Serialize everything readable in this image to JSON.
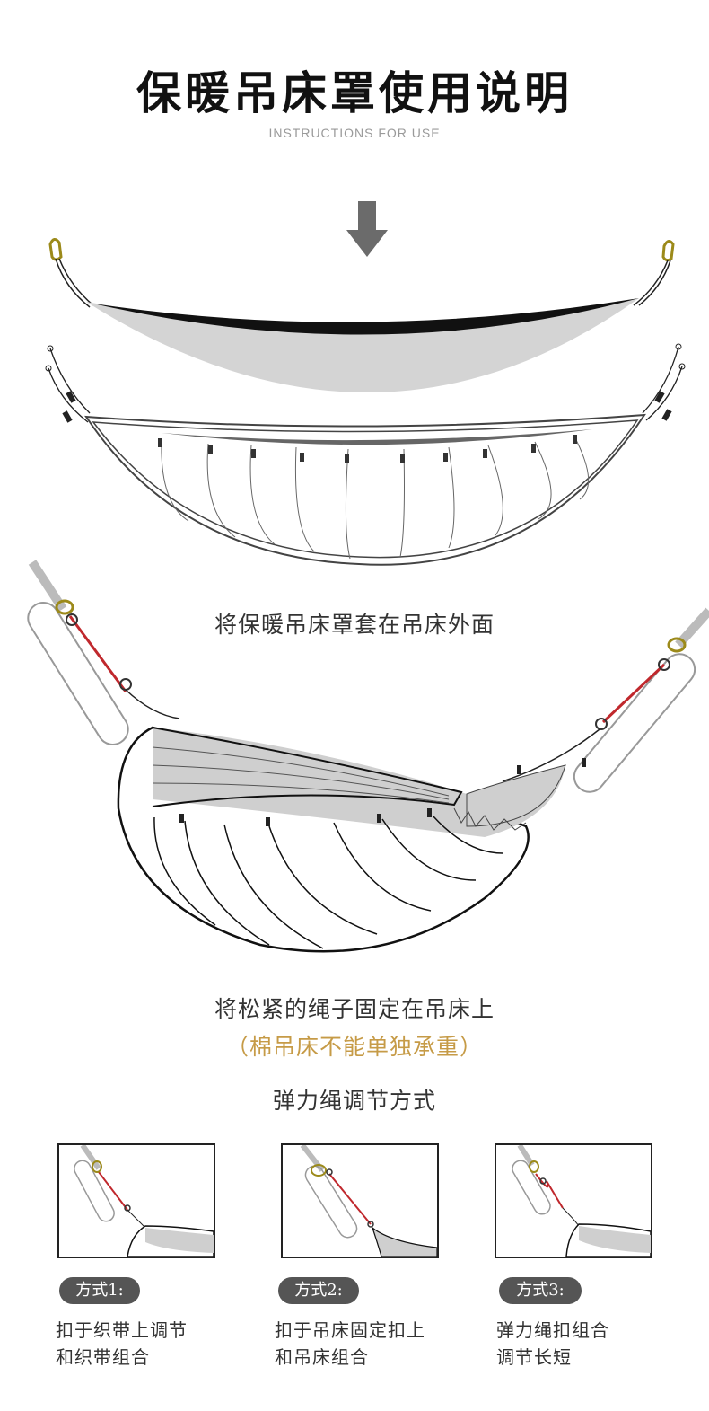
{
  "header": {
    "title": "保暖吊床罩使用说明",
    "subtitle": "INSTRUCTIONS FOR USE"
  },
  "steps": {
    "step1_caption": "将保暖吊床罩套在吊床外面",
    "step2_caption": "将松紧的绳子固定在吊床上",
    "step2_note": "（棉吊床不能单独承重）"
  },
  "adjust": {
    "title": "弹力绳调节方式",
    "methods": [
      {
        "badge": "方式1:",
        "line1": "扣于织带上调节",
        "line2": "和织带组合"
      },
      {
        "badge": "方式2:",
        "line1": "扣于吊床固定扣上",
        "line2": "和吊床组合"
      },
      {
        "badge": "方式3:",
        "line1": "弹力绳扣组合",
        "line2": "调节长短"
      }
    ]
  },
  "colors": {
    "accent": "#c69b47",
    "badge_bg": "#555555",
    "hammock_fill": "#d4d4d4",
    "rope_red": "#c0282d"
  },
  "icons": [
    "down-arrow-icon",
    "carabiner-icon"
  ]
}
